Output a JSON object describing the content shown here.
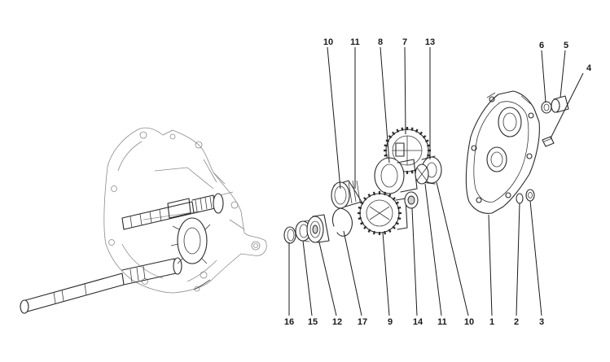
{
  "callouts": {
    "top": [
      "10",
      "11",
      "8",
      "7",
      "13",
      "6",
      "5",
      "4"
    ],
    "bottom": [
      "16",
      "15",
      "12",
      "17",
      "9",
      "14",
      "11",
      "10",
      "1",
      "2",
      "3"
    ]
  }
}
